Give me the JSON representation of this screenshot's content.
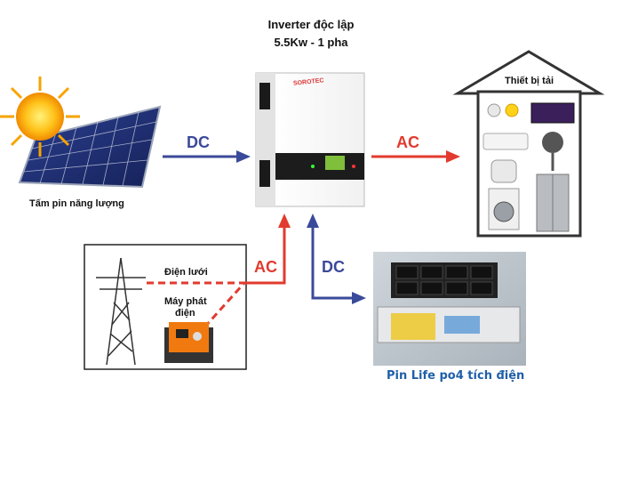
{
  "inverter": {
    "title_line1": "Inverter độc lập",
    "title_line2": "5.5Kw - 1 pha",
    "brand": "SOROTEC"
  },
  "solar": {
    "label": "Tấm pin năng lượng"
  },
  "house": {
    "label": "Thiết bị tải"
  },
  "connections": {
    "solar_to_inverter": "DC",
    "inverter_to_loads": "AC",
    "grid_to_inverter": "AC",
    "inverter_to_battery": "DC"
  },
  "grid_box": {
    "grid_label": "Điện lưới",
    "generator_label_line1": "Máy phát",
    "generator_label_line2": "điện"
  },
  "battery": {
    "label": "Pin Life po4 tích điện"
  },
  "colors": {
    "dc_arrow": "#3a4a9a",
    "ac_arrow": "#e23a2e",
    "battery_caption": "#1f5fa8"
  }
}
